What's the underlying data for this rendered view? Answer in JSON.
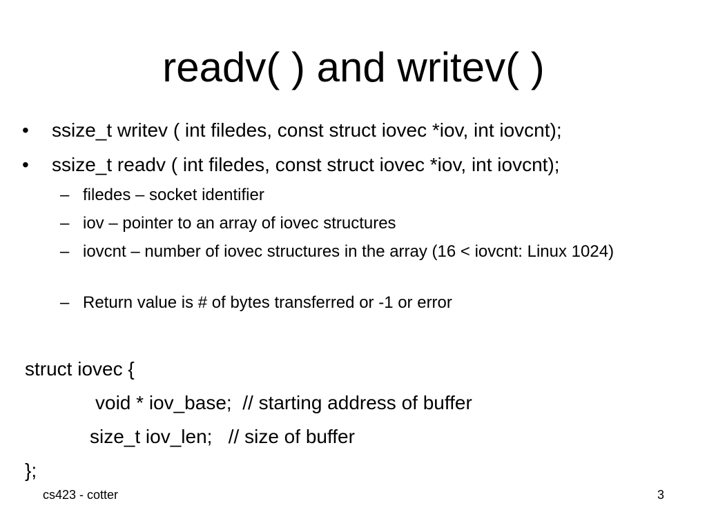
{
  "slide": {
    "title": "readv( ) and writev( )",
    "bullets": [
      {
        "mark": "•",
        "text": "ssize_t writev ( int filedes, const struct iovec *iov, int iovcnt);"
      },
      {
        "mark": "•",
        "text": "ssize_t readv ( int filedes, const struct iovec *iov, int iovcnt);"
      }
    ],
    "sub_bullets": [
      {
        "mark": "–",
        "text": "filedes – socket identifier"
      },
      {
        "mark": "–",
        "text": "iov – pointer to an array of iovec structures"
      },
      {
        "mark": "–",
        "text": "iovcnt – number of iovec structures in the array (16 < iovcnt:  Linux 1024)"
      },
      {
        "mark": "–",
        "text": "Return value is # of bytes transferred or -1 or error"
      }
    ],
    "code": [
      "struct iovec {",
      "void * iov_base;  // starting address of buffer",
      "size_t iov_len;   // size of buffer",
      "};"
    ]
  },
  "footer": {
    "left": "cs423 - cotter",
    "page_number": "3"
  }
}
